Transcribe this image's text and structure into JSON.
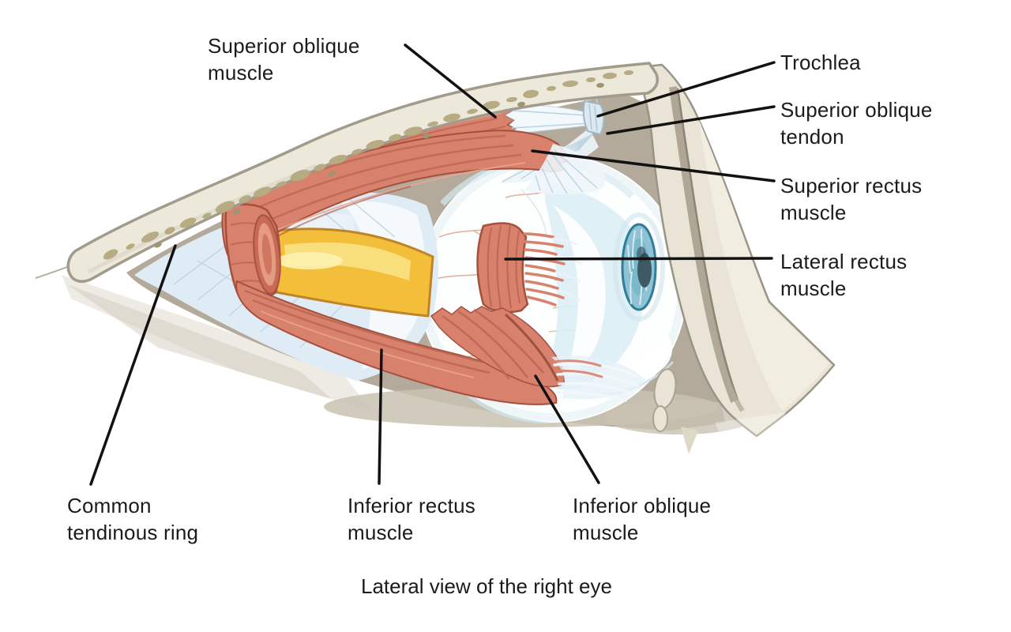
{
  "figure": {
    "caption": "Lateral view of the right eye",
    "labels": {
      "superior_oblique_muscle": "Superior oblique\nmuscle",
      "trochlea": "Trochlea",
      "superior_oblique_tendon": "Superior oblique\ntendon",
      "superior_rectus_muscle": "Superior rectus\nmuscle",
      "lateral_rectus_muscle": "Lateral rectus\nmuscle",
      "common_tendinous_ring": "Common\ntendinous ring",
      "inferior_rectus_muscle": "Inferior rectus\nmuscle",
      "inferior_oblique_muscle": "Inferior oblique\nmuscle"
    },
    "colors": {
      "muscle": "#d8816c",
      "muscle_dark": "#a5503d",
      "muscle_striation": "#bb6450",
      "optic_nerve": "#f3bf3a",
      "optic_nerve_outline": "#c08427",
      "bone": "#ece8da",
      "bone_outline": "#a29b8c",
      "bone_trabeculae": "#b6ab82",
      "orbit_background": "#b3aa9b",
      "fascia": "#dfecf5",
      "sclera": "#fdfffe",
      "cornea_highlight": "#ddeef6",
      "iris": "#8fc2d4",
      "iris_rim": "#2f7d96",
      "pupil": "#3a545d",
      "leader_line": "#121212",
      "label_text": "#1b1b1b",
      "background": "#ffffff"
    }
  }
}
